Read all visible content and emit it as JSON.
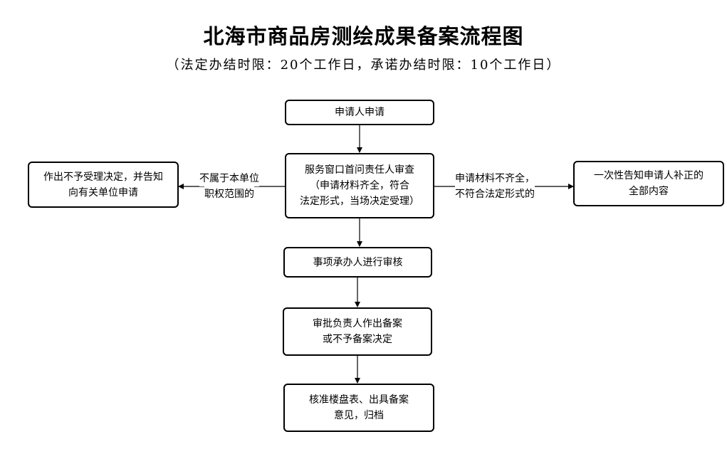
{
  "title": "北海市商品房测绘成果备案流程图",
  "subtitle": "（法定办结时限：20个工作日，承诺办结时限：10个工作日）",
  "nodes": {
    "apply": [
      "申请人申请"
    ],
    "review": [
      "服务窗口首问责任人审查",
      "（申请材料齐全，符合",
      "法定形式，当场决定受理）"
    ],
    "reject": [
      "作出不予受理决定，并告知",
      "向有关单位申请"
    ],
    "notify": [
      "一次性告知申请人补正的",
      "全部内容"
    ],
    "handler": [
      "事项承办人进行审核"
    ],
    "approve": [
      "审批负责人作出备案",
      "或不予备案决定"
    ],
    "archive": [
      "核准楼盘表、出具备案",
      "意见，归档"
    ]
  },
  "edges": {
    "not_in_scope": [
      "不属于本单位",
      "职权范围的"
    ],
    "incomplete": [
      "申请材料不齐全，",
      "不符合法定形式的"
    ]
  }
}
